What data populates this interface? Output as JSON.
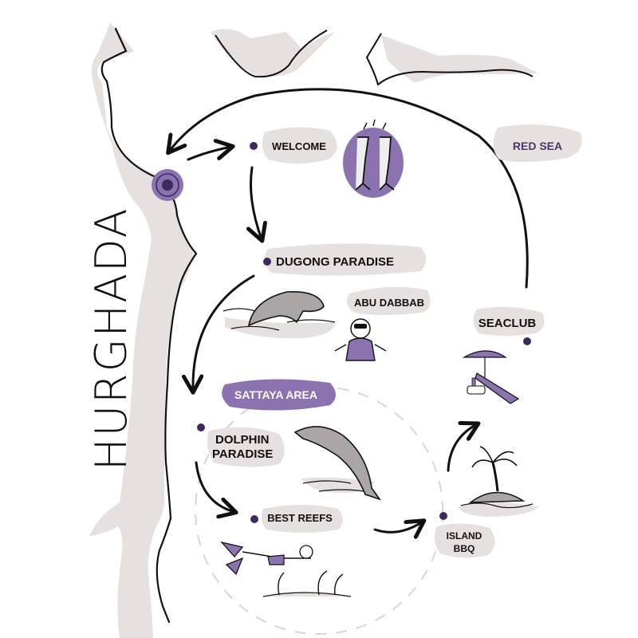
{
  "map": {
    "city": "HURGHADA",
    "sea": "RED SEA",
    "area": "SATTAYA AREA",
    "stops": [
      {
        "name": "WELCOME"
      },
      {
        "name": "DUGONG PARADISE"
      },
      {
        "name": "ABU DABBAB"
      },
      {
        "name": "DOLPHIN",
        "name2": "PARADISE"
      },
      {
        "name": "BEST REEFS"
      },
      {
        "name": "ISLAND",
        "name2": "BBQ"
      },
      {
        "name": "SEACLUB"
      }
    ],
    "colors": {
      "accent": "#8b73b0",
      "dot": "#3d2a5a",
      "land": "#e4e1df",
      "line": "#111111",
      "dash": "#d6d3e6"
    },
    "icons": {
      "start": "location-pin-icon",
      "welcome": "champagne-glasses-icon",
      "dugong": "dugong-icon",
      "diver": "scuba-diver-icon",
      "dolphin": "dolphin-icon",
      "snorkeler": "snorkeler-icon",
      "island": "palm-island-icon",
      "beach": "beach-chair-umbrella-icon"
    }
  }
}
